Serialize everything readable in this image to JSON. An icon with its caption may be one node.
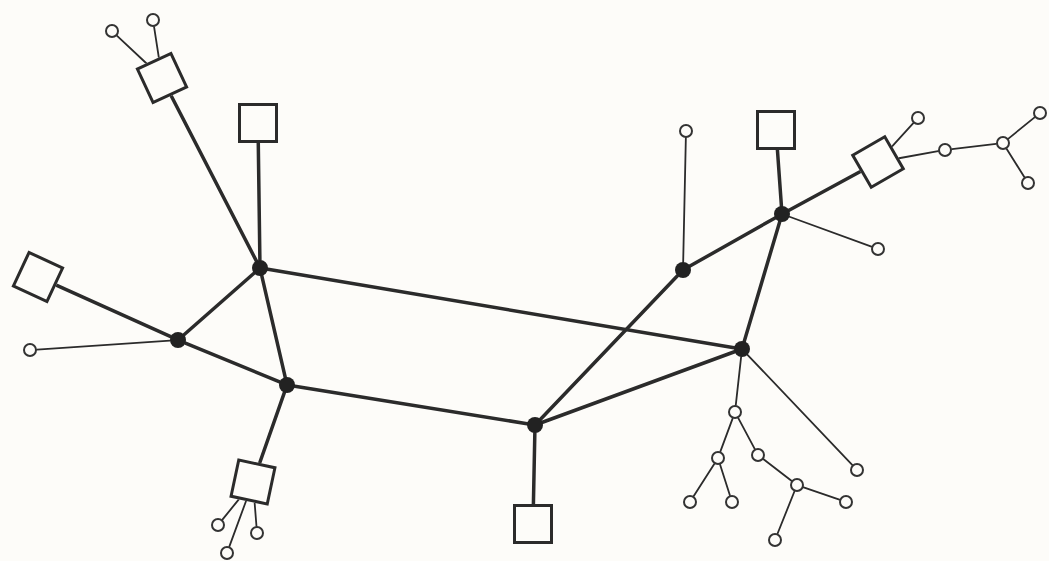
{
  "diagram": {
    "nodes": [
      {
        "text": [],
        "shape": "circle"
      },
      {
        "text": [],
        "shape": "circle"
      },
      {
        "text": [],
        "shape": "box"
      },
      {
        "text": [],
        "shape": "circle"
      },
      {
        "text": [],
        "shape": "circle"
      },
      {
        "text": [],
        "shape": "box"
      },
      {
        "text": [],
        "shape": "circle"
      },
      {
        "text": [],
        "shape": "box"
      },
      {
        "text": [],
        "shape": "circle"
      },
      {
        "text": [],
        "shape": "circle"
      },
      {
        "text": [],
        "shape": "box"
      },
      {
        "text": [],
        "shape": "circle"
      },
      {
        "text": [],
        "shape": "dot"
      },
      {
        "text": [],
        "shape": "circle"
      },
      {
        "text": [],
        "shape": "dot"
      },
      {
        "text": [],
        "shape": "dot"
      },
      {
        "text": [],
        "shape": "box"
      },
      {
        "text": [],
        "shape": "dot"
      },
      {
        "text": [],
        "shape": "dot"
      },
      {
        "text": [],
        "shape": "circle"
      },
      {
        "text": [],
        "shape": "dot"
      },
      {
        "text": [],
        "shape": "circle"
      },
      {
        "text": [],
        "shape": "dot"
      },
      {
        "text": [],
        "shape": "circle"
      },
      {
        "text": [],
        "shape": "circle"
      },
      {
        "text": [],
        "shape": "circle"
      },
      {
        "text": [],
        "shape": "box"
      },
      {
        "text": [],
        "shape": "circle"
      },
      {
        "text": [],
        "shape": "circle"
      },
      {
        "text": [],
        "shape": "circle"
      },
      {
        "text": [],
        "shape": "circle"
      },
      {
        "text": [],
        "shape": "box"
      },
      {
        "text": [],
        "shape": "circle"
      },
      {
        "text": [],
        "shape": "circle"
      },
      {
        "text": [],
        "shape": "circle"
      },
      {
        "text": [],
        "shape": "circle"
      }
    ],
    "edges": [
      {
        "from": 14,
        "to": 17,
        "arrow": "none",
        "style": "thick"
      },
      {
        "from": 14,
        "to": 20,
        "arrow": "none",
        "style": "thick"
      },
      {
        "from": 17,
        "to": 20,
        "arrow": "none",
        "style": "thick"
      },
      {
        "from": 14,
        "to": 18,
        "arrow": "none",
        "style": "thick"
      },
      {
        "from": 20,
        "to": 22,
        "arrow": "none",
        "style": "thick"
      },
      {
        "from": 22,
        "to": 18,
        "arrow": "none",
        "style": "thick"
      },
      {
        "from": 22,
        "to": 15,
        "arrow": "none",
        "style": "thick"
      },
      {
        "from": 15,
        "to": 12,
        "arrow": "none",
        "style": "thick"
      },
      {
        "from": 12,
        "to": 18,
        "arrow": "none",
        "style": "thick"
      },
      {
        "from": 17,
        "to": 16,
        "arrow": "none",
        "style": "thick"
      },
      {
        "from": 14,
        "to": 2,
        "arrow": "none",
        "style": "thick"
      },
      {
        "from": 14,
        "to": 5,
        "arrow": "none",
        "style": "thick"
      },
      {
        "from": 22,
        "to": 31,
        "arrow": "none",
        "style": "thick"
      },
      {
        "from": 12,
        "to": 7,
        "arrow": "none",
        "style": "thick"
      },
      {
        "from": 12,
        "to": 10,
        "arrow": "none",
        "style": "thick"
      },
      {
        "from": 20,
        "to": 26,
        "arrow": "none",
        "style": "thick"
      },
      {
        "from": 2,
        "to": 1,
        "arrow": "none"
      },
      {
        "from": 2,
        "to": 0,
        "arrow": "none"
      },
      {
        "from": 17,
        "to": 19,
        "arrow": "none"
      },
      {
        "from": 26,
        "to": 32,
        "arrow": "none"
      },
      {
        "from": 26,
        "to": 33,
        "arrow": "none"
      },
      {
        "from": 26,
        "to": 35,
        "arrow": "none"
      },
      {
        "from": 15,
        "to": 6,
        "arrow": "none"
      },
      {
        "from": 10,
        "to": 4,
        "arrow": "none"
      },
      {
        "from": 10,
        "to": 9,
        "arrow": "none"
      },
      {
        "from": 9,
        "to": 8,
        "arrow": "none"
      },
      {
        "from": 8,
        "to": 3,
        "arrow": "none"
      },
      {
        "from": 8,
        "to": 11,
        "arrow": "none"
      },
      {
        "from": 12,
        "to": 13,
        "arrow": "none"
      },
      {
        "from": 18,
        "to": 25,
        "arrow": "none"
      },
      {
        "from": 18,
        "to": 21,
        "arrow": "none"
      },
      {
        "from": 21,
        "to": 24,
        "arrow": "none"
      },
      {
        "from": 21,
        "to": 23,
        "arrow": "none"
      },
      {
        "from": 24,
        "to": 28,
        "arrow": "none"
      },
      {
        "from": 24,
        "to": 29,
        "arrow": "none"
      },
      {
        "from": 23,
        "to": 27,
        "arrow": "none"
      },
      {
        "from": 27,
        "to": 34,
        "arrow": "none"
      },
      {
        "from": 27,
        "to": 30,
        "arrow": "none"
      }
    ]
  }
}
